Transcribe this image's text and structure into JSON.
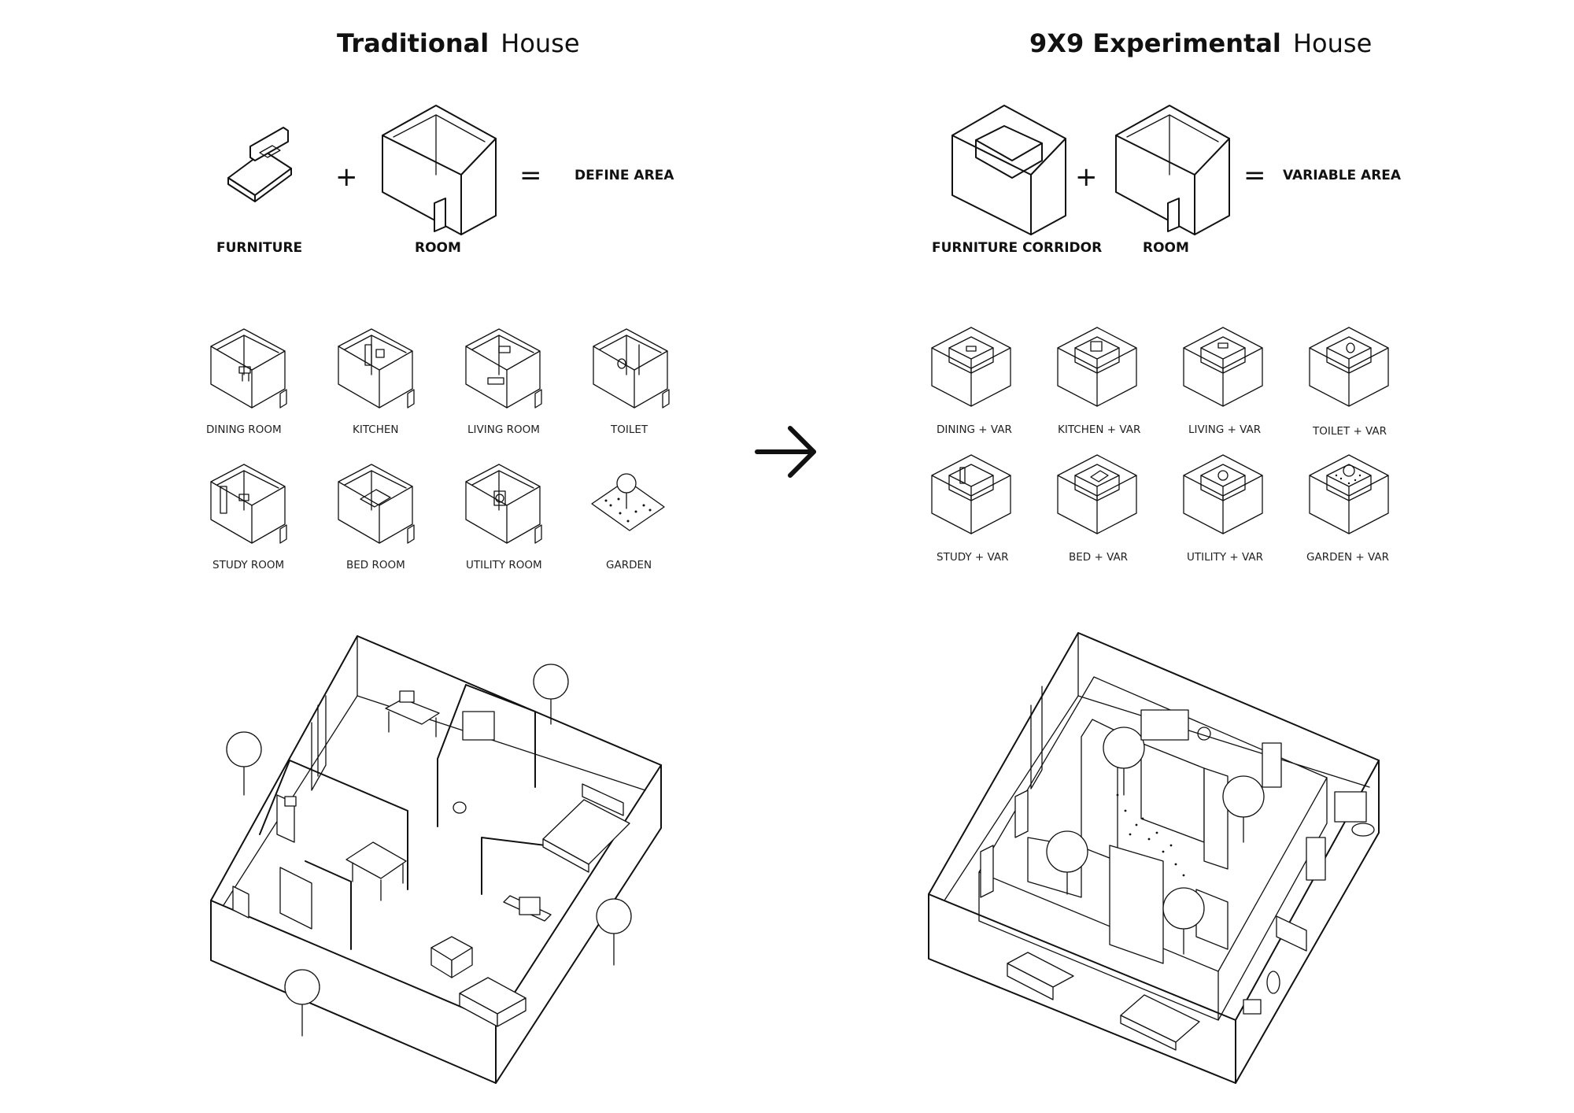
{
  "left": {
    "title_bold": "Traditional",
    "title_rest": "House",
    "equation": {
      "operand1": "FURNITURE",
      "operand2": "ROOM",
      "plus": "+",
      "equals": "=",
      "result": "DEFINE AREA"
    },
    "rooms": [
      "DINING ROOM",
      "KITCHEN",
      "LIVING ROOM",
      "TOILET",
      "STUDY ROOM",
      "BED ROOM",
      "UTILITY ROOM",
      "GARDEN"
    ]
  },
  "right": {
    "title_bold": "9X9 Experimental",
    "title_rest": "House",
    "equation": {
      "operand1": "FURNITURE CORRIDOR",
      "operand2": "ROOM",
      "plus": "+",
      "equals": "=",
      "result": "VARIABLE AREA"
    },
    "rooms": [
      "DINING + VAR",
      "KITCHEN + VAR",
      "LIVING + VAR",
      "TOILET + VAR",
      "STUDY + VAR",
      "BED + VAR",
      "UTILITY + VAR",
      "GARDEN + VAR"
    ]
  },
  "arrow_icon": "right-arrow-icon",
  "colors": {
    "ink": "#111111",
    "paper": "#ffffff"
  }
}
